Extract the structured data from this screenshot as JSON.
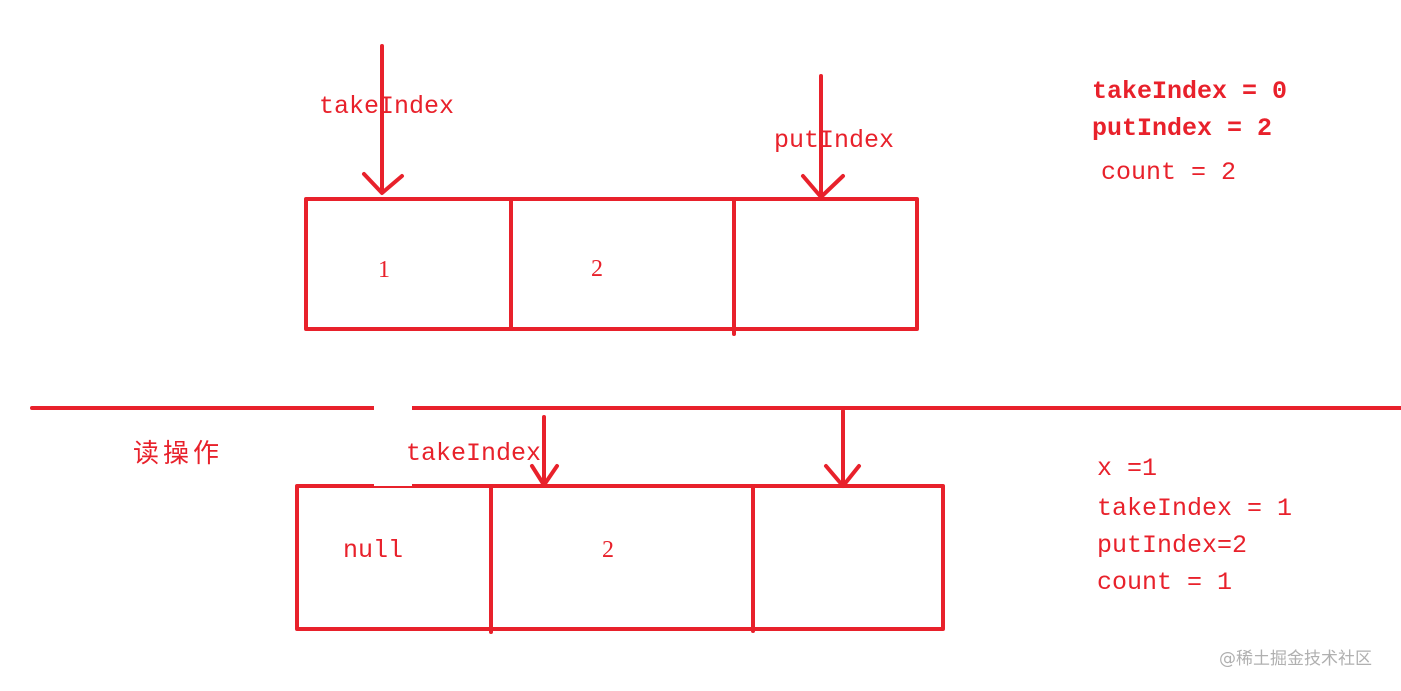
{
  "top": {
    "pointer_take": "takeIndex",
    "pointer_put": "putIndex",
    "cells": [
      "1",
      "2",
      ""
    ],
    "state": {
      "take_index": "takeIndex = 0",
      "put_index": "putIndex = 2",
      "count": "count = 2"
    }
  },
  "bottom": {
    "operation_label": "读操作",
    "pointer_take": "takeIndex",
    "cells": [
      "null",
      "2",
      ""
    ],
    "state": {
      "x": "x =1",
      "take_index": "takeIndex = 1",
      "put_index": "putIndex=2",
      "count": "count = 1"
    }
  },
  "watermark": "@稀土掘金技术社区",
  "colors": {
    "stroke": "#e8212b",
    "background": "#ffffff",
    "watermark": "#b0b0b0"
  }
}
